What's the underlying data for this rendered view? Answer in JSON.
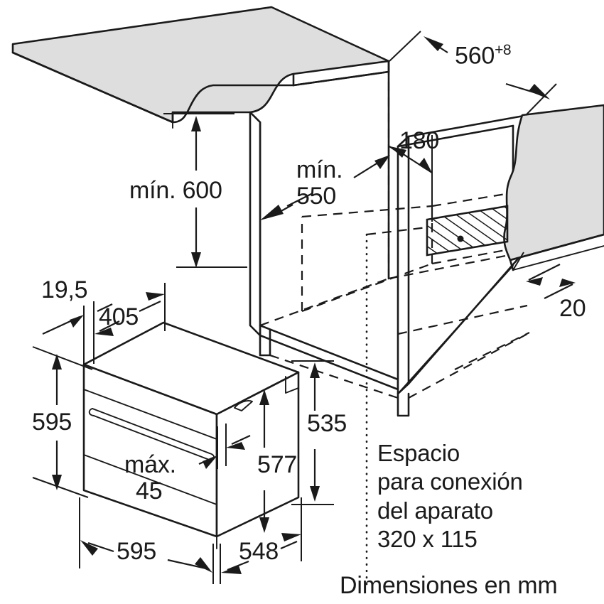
{
  "drawing": {
    "title": "Diagrama de instalación de horno empotrado",
    "caption": "Dimensiones en mm",
    "unit": "mm",
    "colors": {
      "line": "#1a1a1a",
      "worktop_fill": "#dedede",
      "wall_fill": "#dedede",
      "background": "#ffffff"
    }
  },
  "dimensions": {
    "niche_depth_top": "560",
    "niche_depth_top_tolerance": "+8",
    "niche_height_min_prefix": "mín.",
    "niche_height_min_value": "600",
    "niche_width_min_prefix": "mín.",
    "niche_width_min_value": "550",
    "connection_offset": "180",
    "rear_gap": "20",
    "front_trim_left": "19,5",
    "front_panel_depth": "405",
    "appliance_front_height": "595",
    "appliance_body_height": "535",
    "door_gap_max_prefix": "máx.",
    "door_gap_max_value": "45",
    "appliance_inner_height": "577",
    "appliance_front_width": "595",
    "appliance_body_depth": "548"
  },
  "notes": {
    "connection_space": {
      "line1": "Espacio",
      "line2": "para conexión",
      "line3": "del aparato",
      "line4": "320 x 115"
    }
  }
}
